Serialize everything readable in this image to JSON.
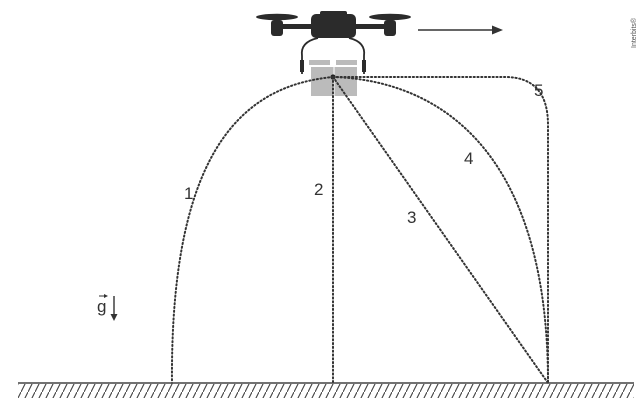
{
  "figure": {
    "credit": "Interbits®",
    "gravity_symbol": "g",
    "trajectories": [
      {
        "label": "1",
        "description_kind": "curve"
      },
      {
        "label": "2",
        "description_kind": "vertical"
      },
      {
        "label": "3",
        "description_kind": "straight-diagonal"
      },
      {
        "label": "4",
        "description_kind": "curve"
      },
      {
        "label": "5",
        "description_kind": "curve"
      }
    ],
    "colors": {
      "line": "#333333",
      "package": "#bbbbbb",
      "drone": "#2b2b2b",
      "ground": "#444444"
    },
    "icons": {
      "drone": "drone-icon",
      "package": "package-icon",
      "motion_arrow": "arrow-right-icon",
      "gravity_arrow": "arrow-down-icon"
    }
  }
}
